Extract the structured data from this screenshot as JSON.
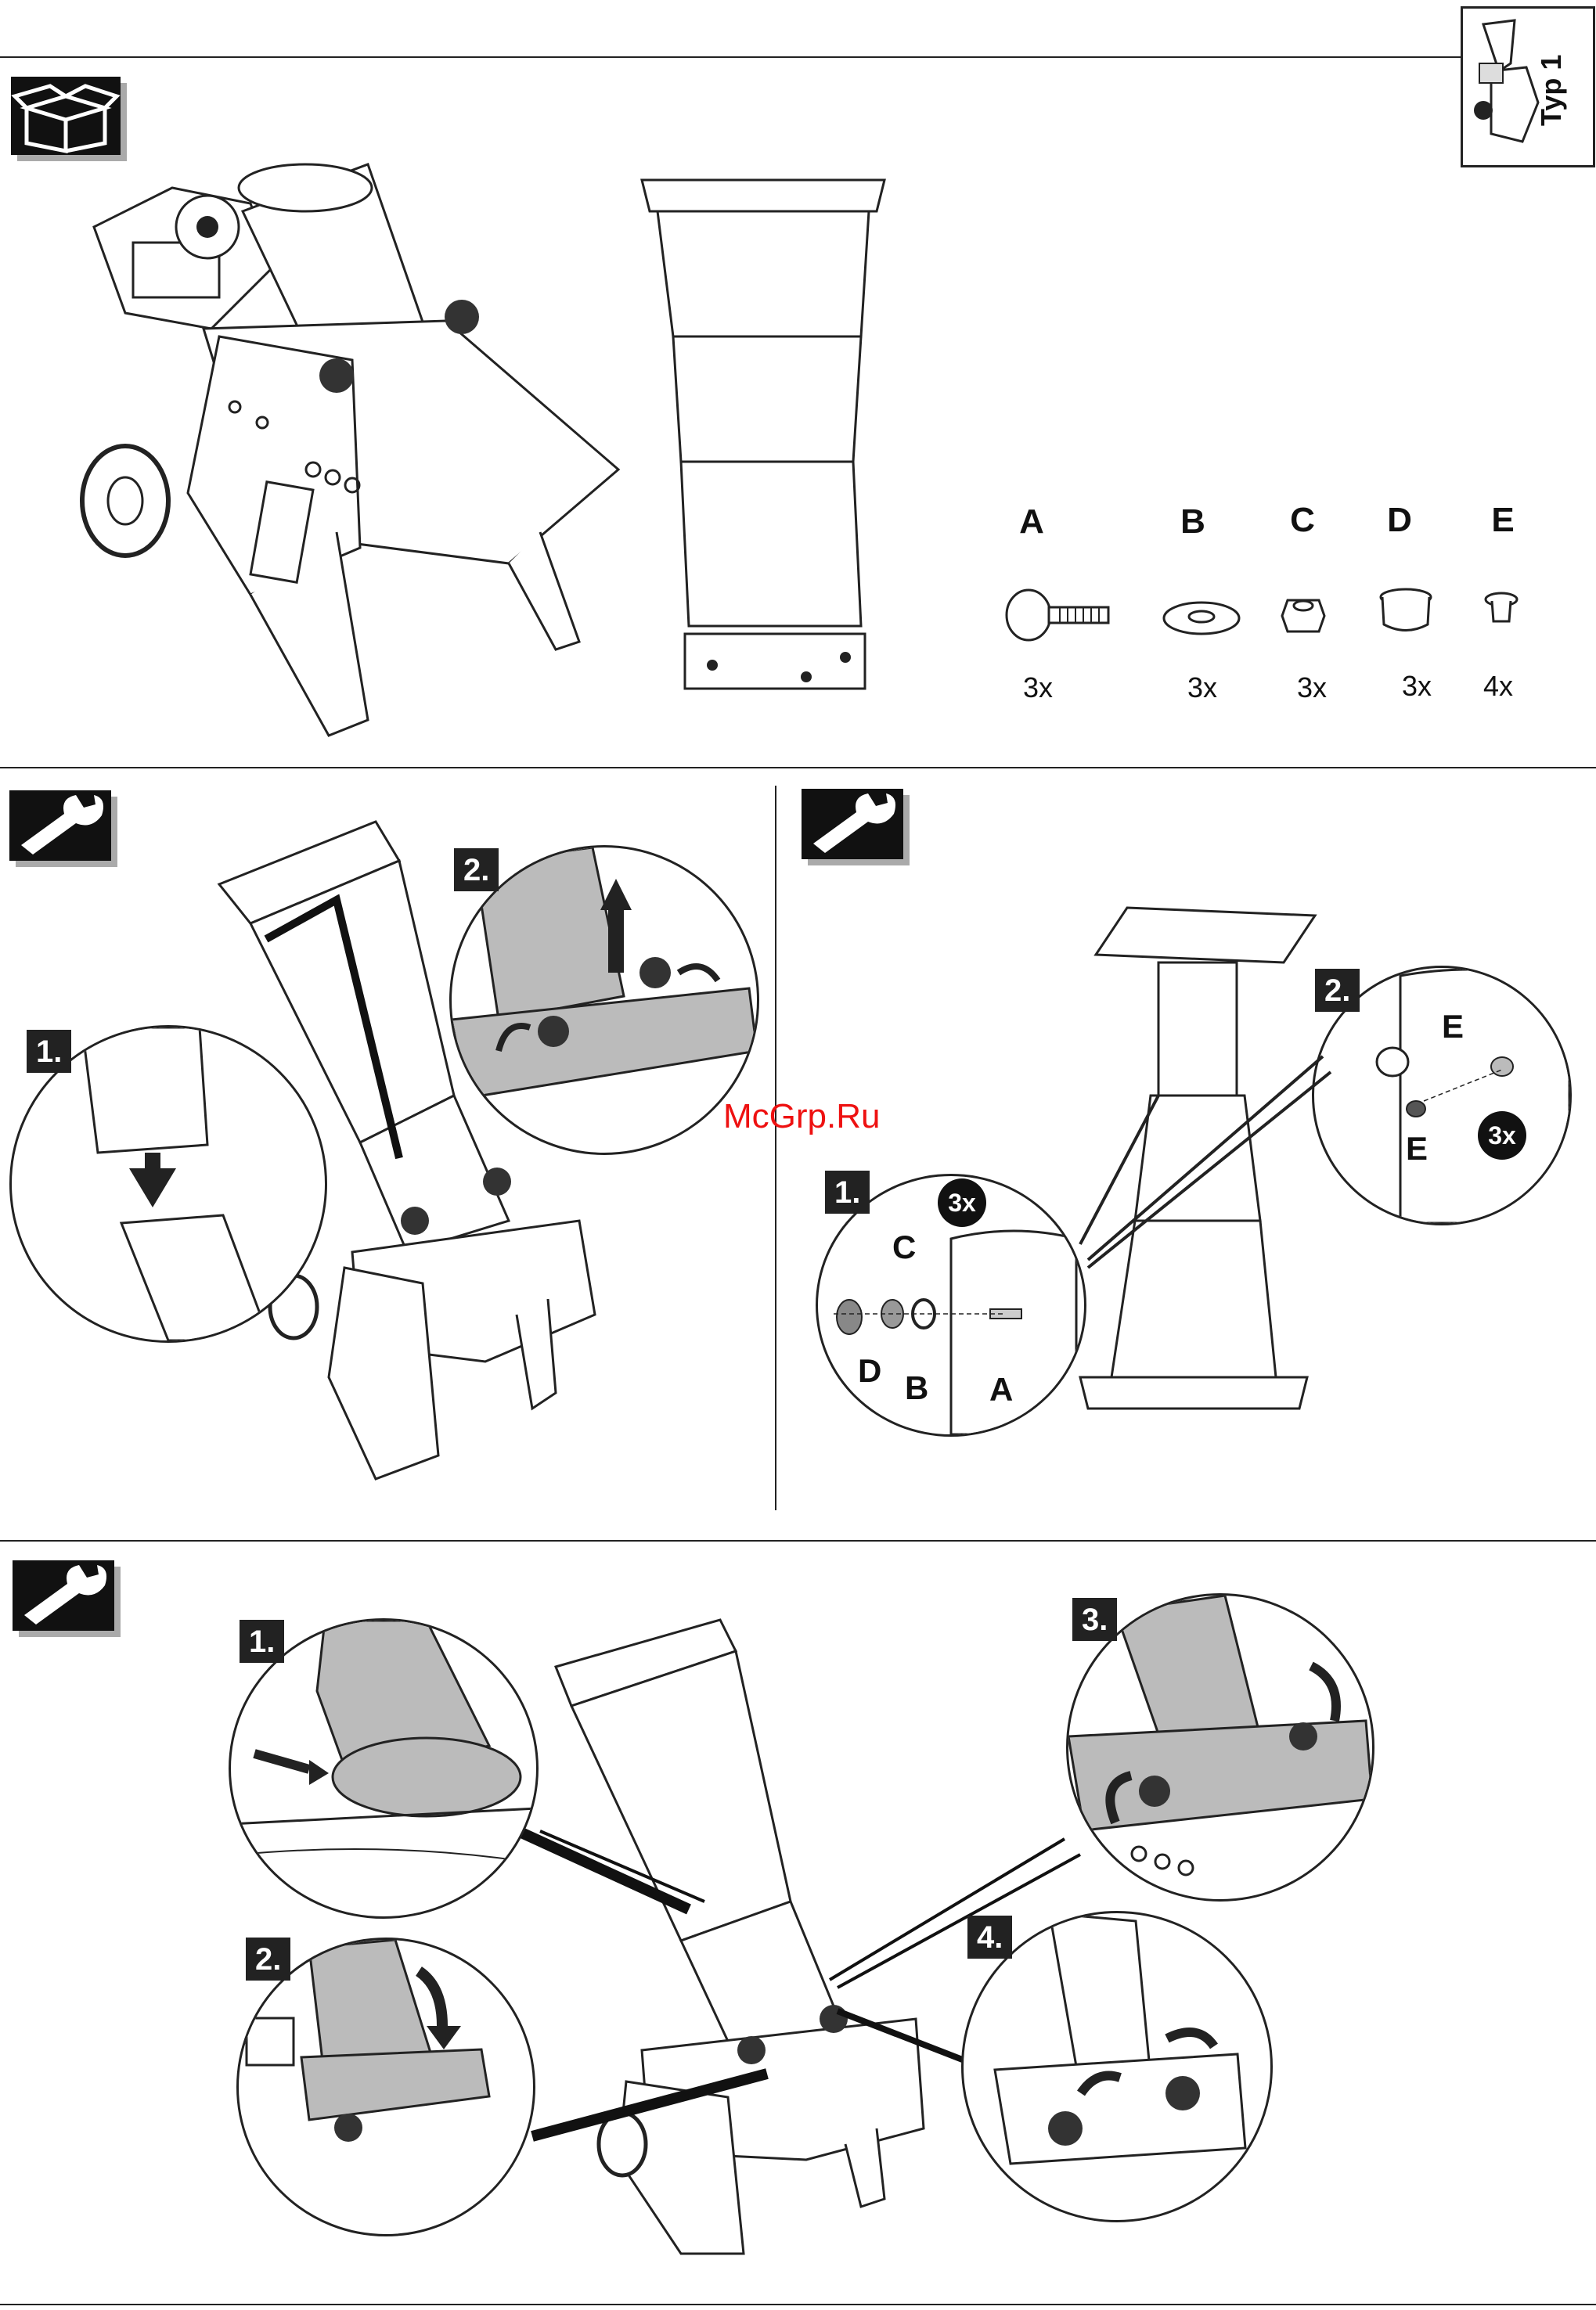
{
  "header": {
    "type_label": "Typ 1"
  },
  "parts": [
    {
      "letter": "A",
      "qty": "3x",
      "name": "carriage-bolt"
    },
    {
      "letter": "B",
      "qty": "3x",
      "name": "washer"
    },
    {
      "letter": "C",
      "qty": "3x",
      "name": "nut"
    },
    {
      "letter": "D",
      "qty": "3x",
      "name": "cap"
    },
    {
      "letter": "E",
      "qty": "4x",
      "name": "clip"
    }
  ],
  "section2_left": {
    "steps": [
      "1.",
      "2."
    ]
  },
  "section2_right": {
    "steps": [
      "1.",
      "2."
    ],
    "count_badges": [
      "3x",
      "3x"
    ],
    "detail1_labels": {
      "a": "A",
      "b": "B",
      "c": "C",
      "d": "D"
    },
    "detail2_labels": {
      "e_top": "E",
      "e_bottom": "E"
    }
  },
  "section3": {
    "steps": [
      "1.",
      "2.",
      "3.",
      "4."
    ]
  },
  "watermark": "McGrp.Ru",
  "icons": {
    "box": "unpack-box-icon",
    "wrench": "wrench-icon"
  }
}
